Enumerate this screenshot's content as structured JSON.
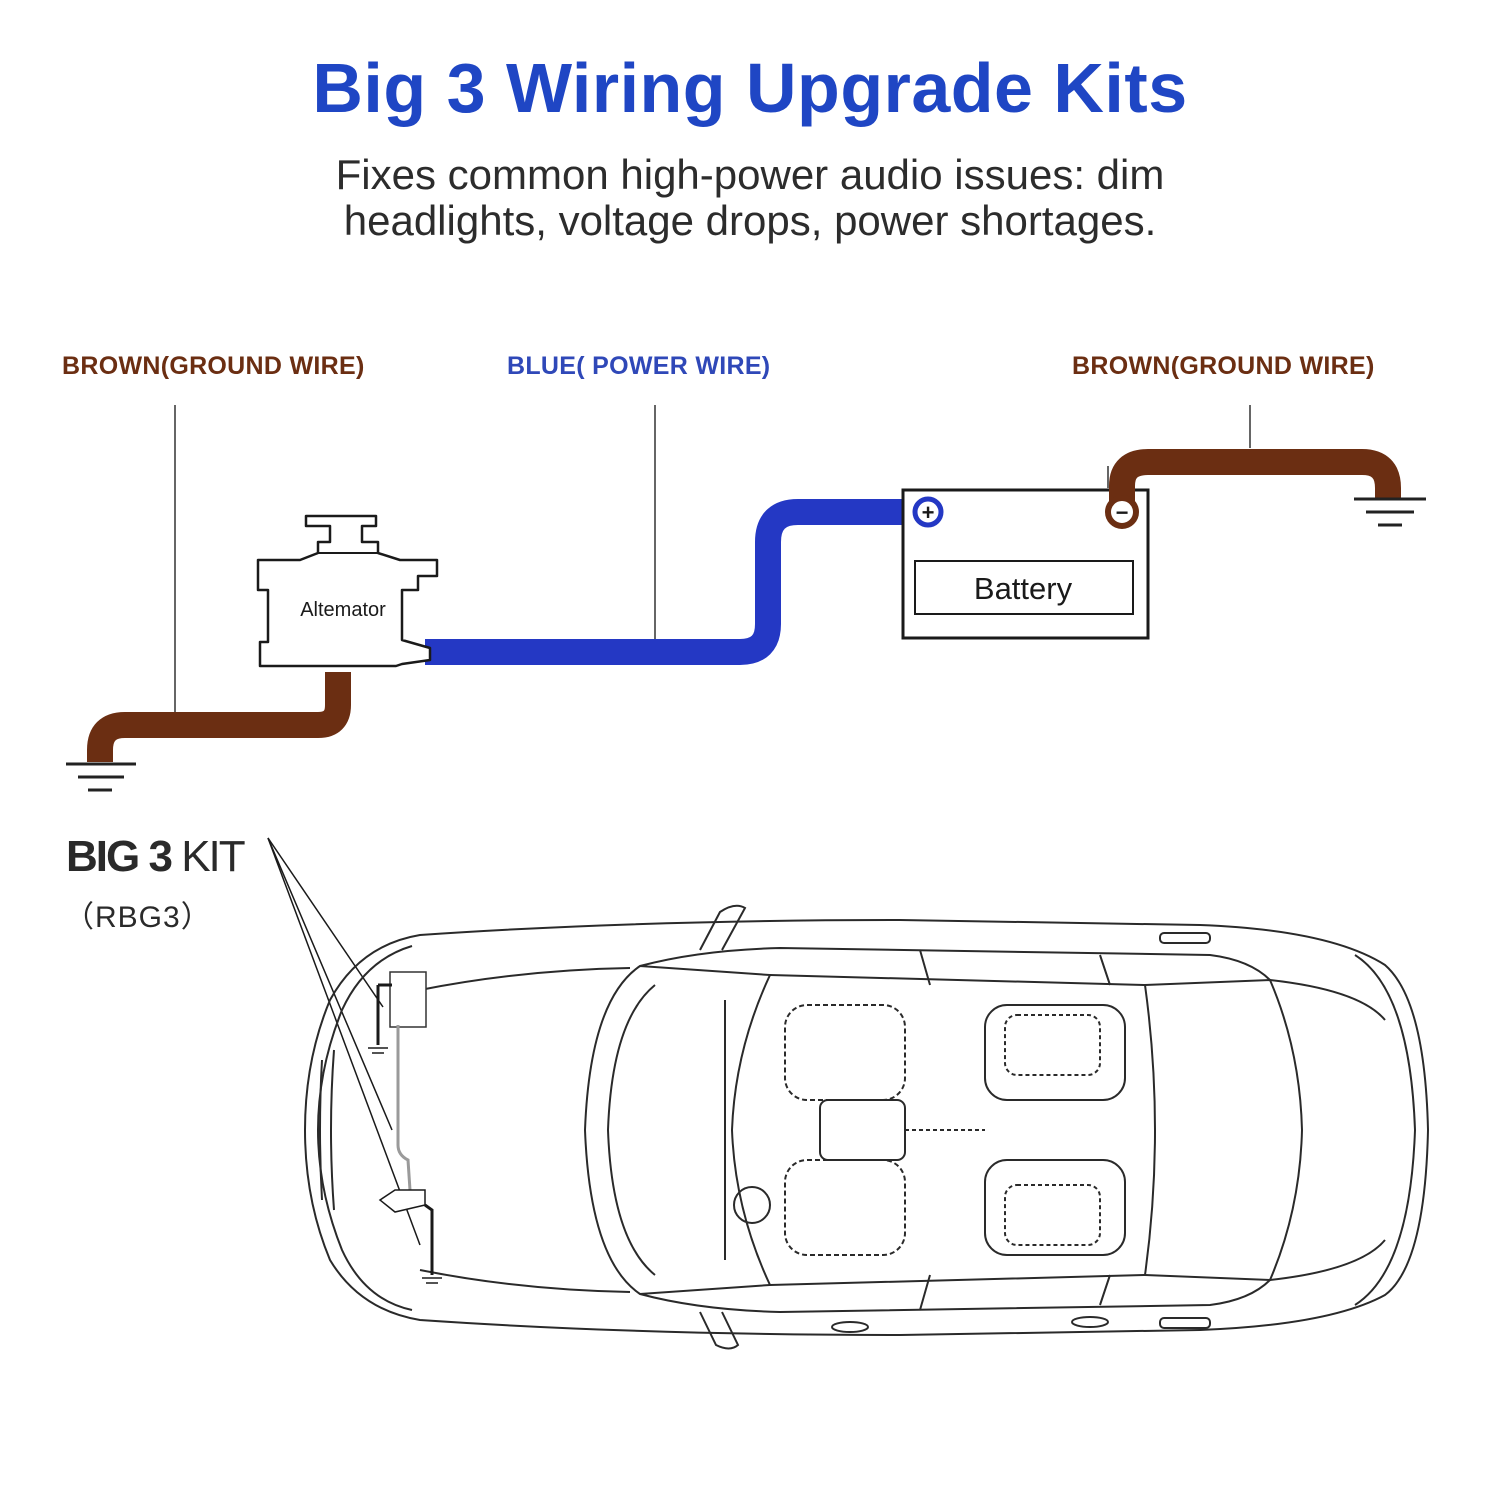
{
  "title": "Big 3 Wiring Upgrade Kits",
  "subtitle_line1": "Fixes common high-power audio issues: dim",
  "subtitle_line2": "headlights, voltage drops, power shortages.",
  "labels": {
    "left_ground": "BROWN(GROUND WIRE)",
    "power": "BLUE( POWER WIRE)",
    "right_ground": "BROWN(GROUND WIRE)"
  },
  "components": {
    "alternator": "Altemator",
    "battery": "Battery",
    "positive_terminal": "+",
    "negative_terminal": "−"
  },
  "kit": {
    "name_bold_1": "BIG",
    "name_bold_2": "3",
    "name_light": "KIT",
    "code": "（RBG3）"
  },
  "colors": {
    "title": "#1f46c4",
    "brown_wire": "#6b2e12",
    "blue_wire": "#2438c4",
    "label_brown": "#6b2e12",
    "label_blue": "#2f48b8"
  }
}
